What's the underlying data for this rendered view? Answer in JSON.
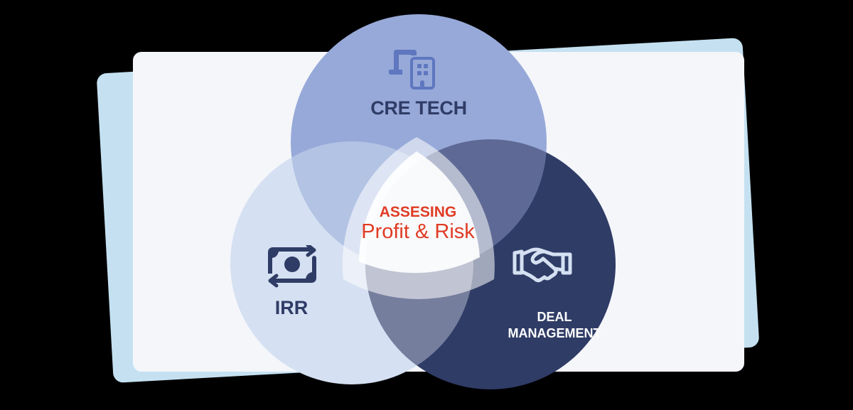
{
  "diagram": {
    "type": "venn",
    "center": {
      "title": "ASSESING",
      "subtitle": "Profit & Risk",
      "color": "#e03b24"
    },
    "circles": [
      {
        "id": "top",
        "label": "CRE TECH",
        "icon": "laptop-building-icon",
        "color": "#97a9d8"
      },
      {
        "id": "left",
        "label": "IRR",
        "icon": "money-exchange-icon",
        "color": "#d5e0f2"
      },
      {
        "id": "right",
        "label_line1": "DEAL",
        "label_line2": "MANAGEMENT",
        "icon": "handshake-icon",
        "color": "#2f3c66"
      }
    ],
    "overlaps": {
      "top_left": "#b3c3e4",
      "top_right": "#5e6a95",
      "left_right": "#767e9e"
    },
    "background": {
      "card_front": "#f4f6fa",
      "card_back": "#c5e1f1"
    }
  }
}
